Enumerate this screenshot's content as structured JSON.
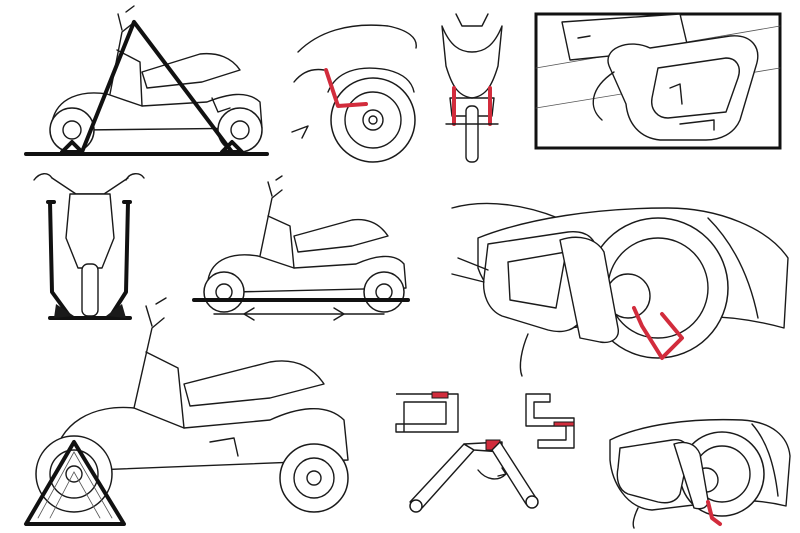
{
  "colors": {
    "ink": "#1a1a1a",
    "accent_red": "#d22c3c",
    "paper": "#ffffff"
  },
  "sketches": [
    {
      "name": "scooter-with-a-frame-strap"
    },
    {
      "name": "front-wheel-red-clamp-closeup"
    },
    {
      "name": "front-view-red-fork-lock"
    },
    {
      "name": "floor-mounted-wheel-chock"
    },
    {
      "name": "front-view-strap-stand"
    },
    {
      "name": "scooter-on-floor-rail"
    },
    {
      "name": "underside-red-hook-lock"
    },
    {
      "name": "scooter-with-front-chock"
    },
    {
      "name": "folding-c-bracket-diagram"
    },
    {
      "name": "underside-red-lock-small"
    }
  ]
}
